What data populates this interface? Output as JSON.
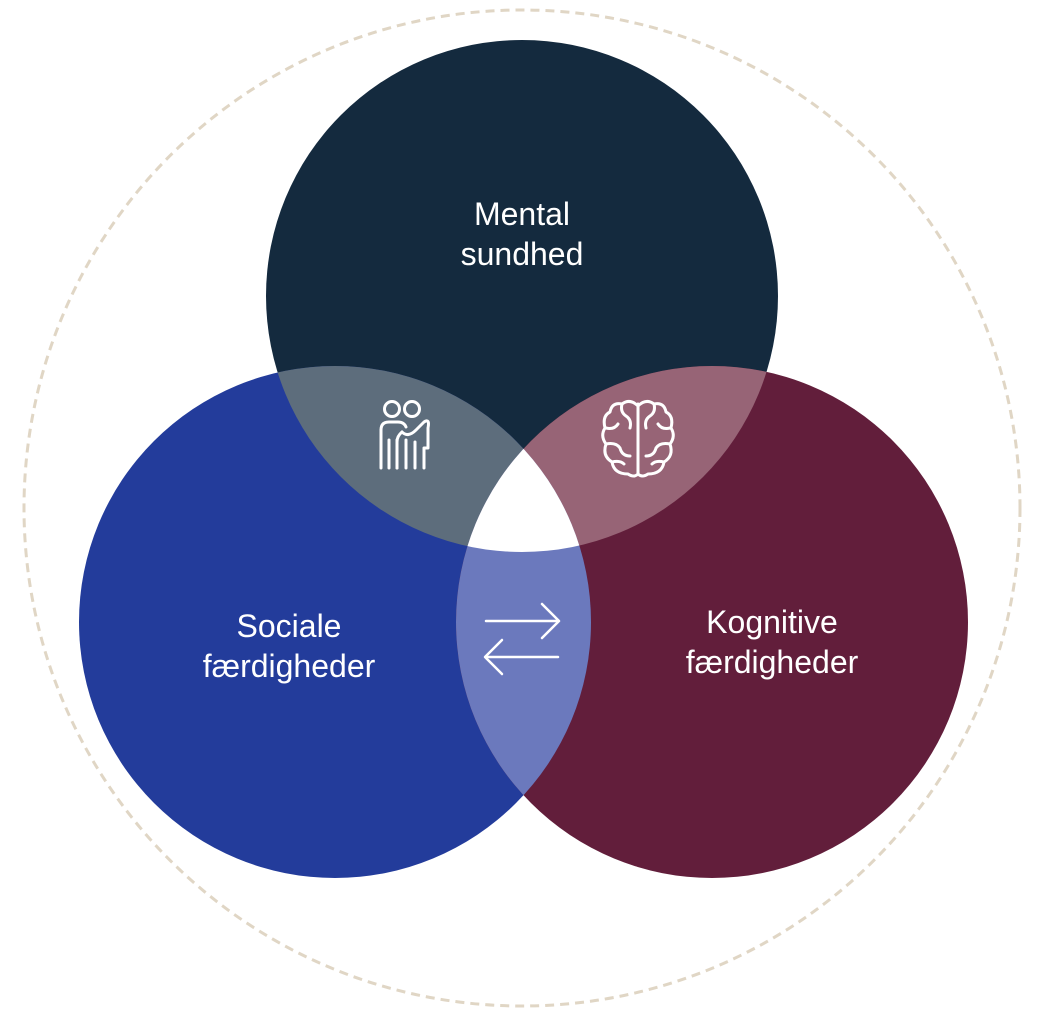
{
  "diagram": {
    "type": "venn-3",
    "circles": {
      "mental": {
        "line1": "Mental",
        "line2": "sundhed",
        "color": "#142a3e"
      },
      "social": {
        "line1": "Sociale",
        "line2": "færdigheder",
        "color": "#233c9b"
      },
      "cognitive": {
        "line1": "Kognitive",
        "line2": "færdigheder",
        "color": "#621e3b"
      }
    },
    "overlaps": {
      "mental_social": {
        "color": "#5d6d7c",
        "icon": "people-embrace-icon"
      },
      "mental_cognitive": {
        "color": "#976476",
        "icon": "brain-icon"
      },
      "social_cognitive": {
        "color": "#6b79bd",
        "icon": "exchange-arrows-icon"
      },
      "center": {
        "color": "#ffffff"
      }
    },
    "outer_ring": {
      "style": "dashed",
      "color": "#e0d6c5"
    }
  }
}
